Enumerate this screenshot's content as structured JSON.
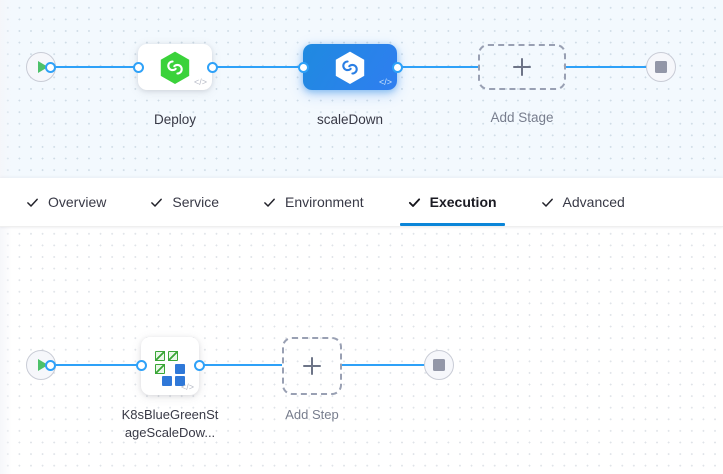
{
  "stage_canvas": {
    "name": "pipeline-stage-canvas",
    "start_node": {
      "icon": "play-icon",
      "label": ""
    },
    "end_node": {
      "icon": "stop-icon",
      "label": ""
    },
    "nodes": [
      {
        "id": "deploy",
        "label": "Deploy",
        "icon": "harness-deploy-hexagon-icon",
        "selected": false,
        "code_badge": "</>"
      },
      {
        "id": "scaleDown",
        "label": "scaleDown",
        "icon": "harness-deploy-hexagon-icon",
        "selected": true,
        "code_badge": "</>"
      }
    ],
    "add_stage": {
      "label": "Add Stage",
      "icon": "plus-icon"
    }
  },
  "tabs": {
    "name": "stage-config-tabs",
    "items": [
      {
        "label": "Overview",
        "icon": "check-icon",
        "active": false
      },
      {
        "label": "Service",
        "icon": "check-icon",
        "active": false
      },
      {
        "label": "Environment",
        "icon": "check-icon",
        "active": false
      },
      {
        "label": "Execution",
        "icon": "check-icon",
        "active": true
      },
      {
        "label": "Advanced",
        "icon": "check-icon",
        "active": false
      }
    ]
  },
  "step_canvas": {
    "name": "execution-step-canvas",
    "start_node": {
      "icon": "play-icon"
    },
    "end_node": {
      "icon": "stop-icon"
    },
    "nodes": [
      {
        "id": "k8sBlueGreenScaleDown",
        "label": "K8sBlueGreenSt\nageScaleDow...",
        "icon": "kubernetes-blue-green-icon",
        "code_badge": "</>"
      }
    ],
    "add_step": {
      "label": "Add Step",
      "icon": "plus-icon"
    }
  },
  "colors": {
    "accent_blue": "#0a85d8",
    "connector_blue": "#2ea1f8",
    "selected_node_blue": "#2f7ef0",
    "stage_canvas_bg": "#f3f9fe",
    "step_canvas_bg": "#ffffff",
    "play_green": "#4dc16a",
    "stop_gray": "#9397a8",
    "muted_text": "#777d8d"
  }
}
